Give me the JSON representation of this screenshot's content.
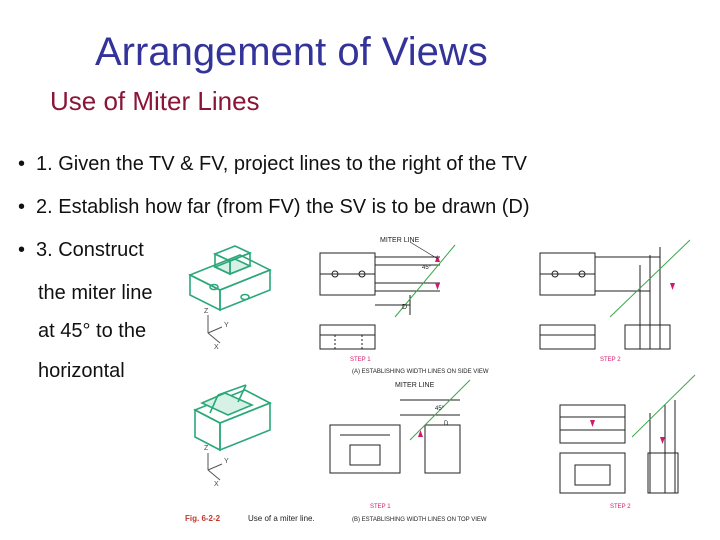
{
  "slide": {
    "title": "Arrangement of Views",
    "subtitle": "Use of Miter Lines",
    "bullets": [
      "1. Given the TV & FV, project lines to the right of the TV",
      "2. Establish how far (from FV) the SV is to be drawn (D)",
      "3. Construct"
    ],
    "bullet3_continuation": [
      "the miter line",
      "at 45° to the",
      "horizontal"
    ]
  },
  "figure": {
    "miter_label_top": "MITER LINE",
    "miter_label_bottom": "MITER LINE",
    "angle_label_top": "45°",
    "angle_label_bottom": "45°",
    "d_label": "D",
    "d_label_2": "D",
    "axis_z": "Z",
    "axis_y": "Y",
    "axis_x": "X",
    "step1_top": "STEP 1",
    "step2_top": "STEP 2",
    "caption_a": "(A) ESTABLISHING WIDTH LINES ON SIDE VIEW",
    "step1_bottom": "STEP 1",
    "step2_bottom": "STEP 2",
    "caption_b": "(B) ESTABLISHING WIDTH LINES ON TOP VIEW",
    "fig_number": "Fig. 6-2-2",
    "fig_caption": "Use of a miter line."
  },
  "colors": {
    "title": "#33339a",
    "subtitle": "#8a1538",
    "iso_green": "#2aa87a",
    "arrow_pink": "#d4186c",
    "miter_green": "#3aa64a",
    "fig_number_red": "#c0392b"
  }
}
